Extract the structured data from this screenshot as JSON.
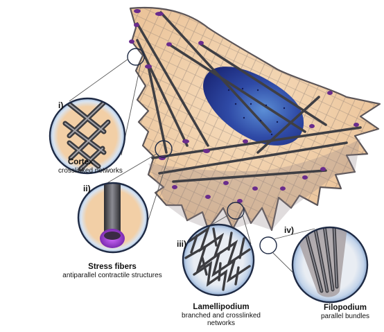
{
  "panels": [
    {
      "numeral": "i)",
      "title": "Cortex",
      "caption": "crosslinked networks"
    },
    {
      "numeral": "ii)",
      "title": "Stress fibers",
      "caption": "antiparallel contractile structures"
    },
    {
      "numeral": "iii)",
      "title": "Lamellipodium",
      "caption_line1": "branched and crosslinked",
      "caption_line2": "networks"
    },
    {
      "numeral": "iv)",
      "title": "Filopodium",
      "caption": "parallel bundles"
    }
  ],
  "colors": {
    "cytoplasm": "#f1cfa8",
    "actin": "#4a4a4e",
    "nucleus": "#2b3f97",
    "focal_adhesion": "#6a2c8c",
    "stress_fiber_tip": "#a23ad8",
    "lens_ring": "#1e2a44",
    "lens_glow": "#b7cde6"
  }
}
